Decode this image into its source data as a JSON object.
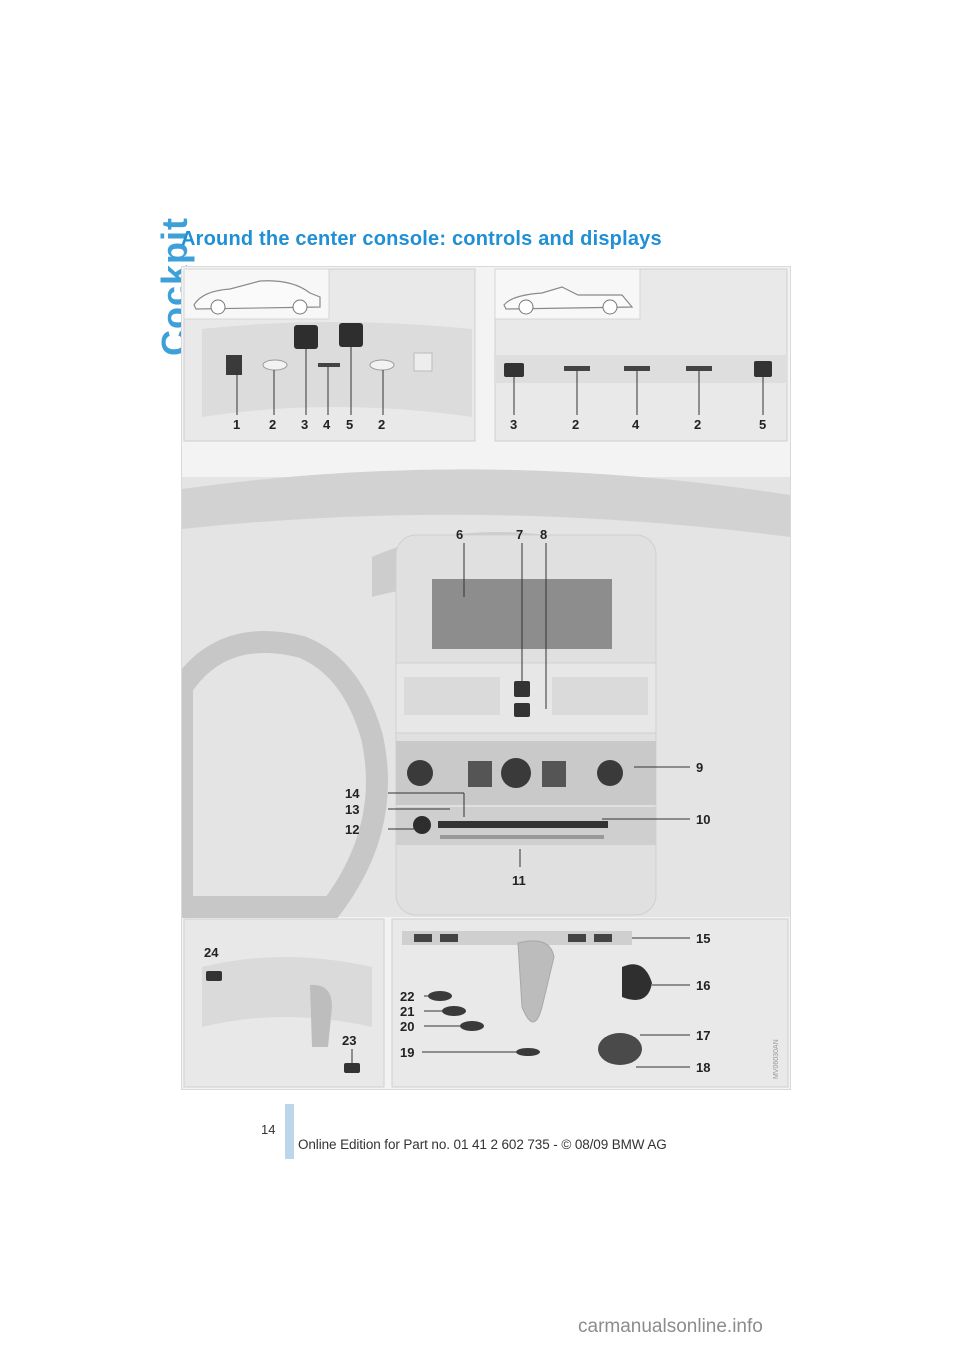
{
  "section": "Cockpit",
  "heading": "Around the center console: controls and displays",
  "page_number": "14",
  "footer": "Online Edition for Part no. 01 41 2 602 735 - © 08/09 BMW AG",
  "watermark": "carmanualsonline.info",
  "image_code": "MV06030AN",
  "figure": {
    "panel_left_labels": [
      "1",
      "2",
      "3",
      "4",
      "5",
      "2"
    ],
    "panel_right_labels": [
      "3",
      "2",
      "4",
      "2",
      "5"
    ],
    "callouts": [
      "6",
      "7",
      "8",
      "9",
      "10",
      "11",
      "12",
      "13",
      "14",
      "15",
      "16",
      "17",
      "18",
      "19",
      "20",
      "21",
      "22",
      "23",
      "24"
    ]
  }
}
